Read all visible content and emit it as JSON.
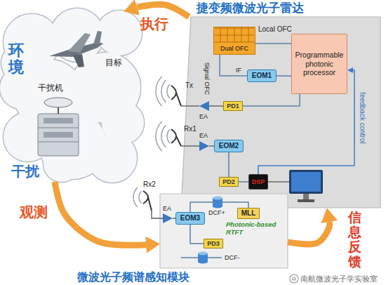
{
  "diagram": {
    "nodes": [
      {
        "text": [
          "环境"
        ]
      },
      {
        "text": [
          "目标"
        ],
        "in": 0
      },
      {
        "text": [
          "干扰机"
        ],
        "in": 0
      },
      {
        "text": [
          "捷变频微波光子雷达"
        ]
      },
      {
        "text": [
          "Dual OFC"
        ],
        "in": 3
      },
      {
        "text": [
          "EOM1"
        ],
        "in": 3
      },
      {
        "text": [
          "Programmable photonic processor"
        ],
        "in": 3
      },
      {
        "text": [
          "PD1"
        ],
        "in": 3
      },
      {
        "text": [
          "EOM2"
        ],
        "in": 3
      },
      {
        "text": [
          "PD2"
        ],
        "in": 3
      },
      {
        "text": [
          "DSP"
        ]
      },
      {
        "text": [
          "微波光子频谱感知模块"
        ]
      },
      {
        "text": [
          "EOM3"
        ],
        "in": 11
      },
      {
        "text": [
          "MLL"
        ],
        "in": 11
      },
      {
        "text": [
          "PD3"
        ],
        "in": 11
      }
    ],
    "edges": [
      {
        "from": 4,
        "to": 5,
        "arrow": "none"
      },
      {
        "from": 5,
        "to": 6,
        "arrow": "none"
      },
      {
        "from": 4,
        "to": 6,
        "label": "Local OFC",
        "arrow": "none"
      },
      {
        "from": 6,
        "to": 7,
        "arrow": "none"
      },
      {
        "from": 8,
        "to": 9,
        "arrow": "none"
      },
      {
        "from": 9,
        "to": 10,
        "arrow": "none"
      },
      {
        "from": 10,
        "to": 6,
        "label": "feedback control",
        "arrow": "to"
      },
      {
        "from": 13,
        "to": 12,
        "arrow": "none"
      },
      {
        "from": 12,
        "to": 14,
        "arrow": "none"
      },
      {
        "from": 3,
        "to": 0,
        "label": "执行",
        "arrow": "to"
      },
      {
        "from": 0,
        "to": 11,
        "label": "观测",
        "arrow": "to"
      },
      {
        "from": 11,
        "to": 3,
        "label": "信息反馈",
        "arrow": "to"
      }
    ],
    "labels": [
      "Signal OFC",
      "IF",
      "Tx",
      "EA",
      "Rx1",
      "EA",
      "Rx2",
      "EA",
      "DCF+",
      "Photonic-based RTFT",
      "DCF-",
      "干扰",
      "南航微波光子学实验室"
    ]
  }
}
